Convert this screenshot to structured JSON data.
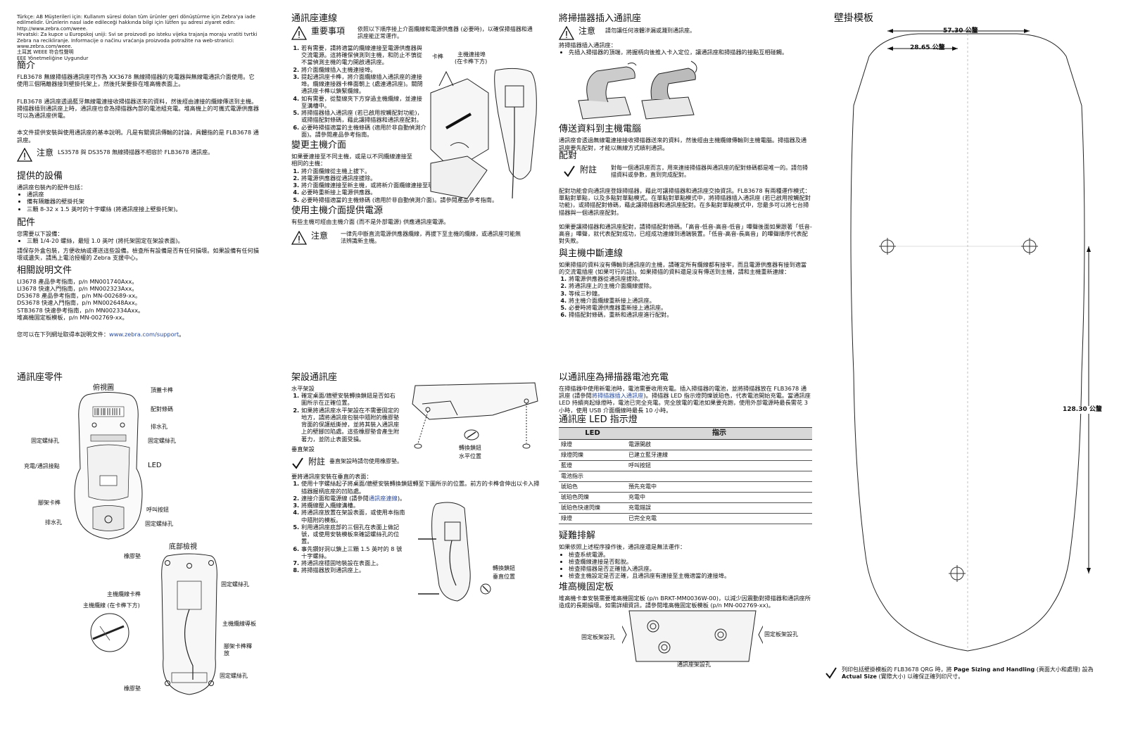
{
  "col1": {
    "regulatory_tr": "Türkçe: AB Müşterileri için: Kullanım süresi dolan tüm ürünler geri dönüştürme için Zebra'ya iade edilmelidir. Ürünlerin nasıl iade edileceği hakkında bilgi için lütfen şu adresi ziyaret edin: http://www.zebra.com/weee.",
    "regulatory_hr": "Hrvatski: Za kupce u Europskoj uniji: Svi se proizvodi po isteku vijeka trajanja moraju vratiti tvrtki Zebra na recikliranje. Informacije o načinu vraćanja proizvoda potražite na web-stranici: www.zebra.com/weee.",
    "weee_line": "土耳其 WEEE 符合性聲明",
    "eee_line": "EEE Yönetmeliğine Uygundur",
    "intro_title": "簡介",
    "intro_p1": "FLB3678 無線掃描器通訊座可作為 XX3678 無線掃描器的充電器與無線電通訊介面使用。它使用三個隔離器接到壁掛托架上，然後托架要掛在堆高機表面上。",
    "intro_p2": "FLB3678 通訊座透過藍牙無線電連接收掃描器送來的資料，然後經由連接的纜線傳送到主機。掃描器插到通訊座上時，通訊座也會為掃描器內部的電池組充電。堆高機上的可攜式電源供應器可以為通訊座供電。",
    "intro_p3": "本文件提供安裝與使用通訊座的基本說明。凡是有關資訊傳輸的討論，具體指的是 FLB3678 通訊座。",
    "note_title": "注意",
    "note_text": "LS3578 與 DS3578 無線掃描器不相容於 FLB3678 通訊座。",
    "supplied_title": "提供的設備",
    "supplied_intro": "通訊座包裝內的配件包括：",
    "supplied_items": [
      "通訊座",
      "備有隔離器的壁掛托架",
      "三顆 8-32 x 1.5 英吋的十字螺絲 (將通訊座接上壁掛托架)。"
    ],
    "acc_title": "配件",
    "acc_intro": "您需要以下設備：",
    "acc_items": [
      "三顆 1/4-20 螺絲，最短 1.0 英吋 (將托架固定在架設表面)。"
    ],
    "acc_p": "請保存外盒包裝，方便收納或運送這些設備。檢查所有設備是否有任何損壞。如果設備有任何損壞或遺失，請馬上電洽授權的 Zebra 支援中心。",
    "docs_title": "相關說明文件",
    "docs": [
      "LI3678 產品參考指南，p/n MN001740Axx。",
      "LI3678 快速入門指南，p/n MN002323Axx。",
      "DS3678 產品參考指南，p/n MN-002689-xx。",
      "DS3678 快速入門指南，p/n MN002648Axx。",
      "STB3678 快速參考指南，p/n MN002334Axx。",
      "堆高機固定板模板，p/n MN-002769-xx。"
    ],
    "support_text": "您可以在下列網址取得本說明文件：",
    "support_link": "www.zebra.com/support",
    "support_end": "。"
  },
  "parts": {
    "title": "通訊座零件",
    "top_view": "俯視圖",
    "bottom_view": "底部檢視",
    "labels": [
      "頂蓋卡榫",
      "配對條碼",
      "排水孔",
      "固定螺絲孔",
      "固定螺絲孔",
      "LED",
      "充電/通訊接點",
      "腳架卡榫",
      "呼叫按鈕",
      "排水孔",
      "固定螺絲孔",
      "橡膠墊",
      "固定螺絲孔",
      "主機纜線卡榫",
      "主機纜線 (在卡榫下方)",
      "主機纜線導板",
      "腳架卡榫釋放",
      "固定螺絲孔",
      "橡膠墊"
    ]
  },
  "col2": {
    "conn_title": "通訊座連線",
    "imp_title": "重要事項",
    "imp_text": "依照以下順序接上介面纜線和電源供應器 (必要時)，以確保掃描器和通訊座能正常運作。",
    "conn_steps": [
      "若有需要，請將適當的纜線連接至電源供應器與交流電源。這將確保偵測到主機，和防止不慎從不當偵測主機的電力開啟通訊座。",
      "將介面纜線插入主機連接埠。",
      "提起通訊座卡榫，將介面纜線插入通訊座的連接埠。纜線連接器卡榫面朝上 (處連通訊座)。關閉通訊座卡榫以鎖緊纜線。",
      "如有需要，從整線夾下方穿過主機纜線，並連接至溝槽中。",
      "將掃描器插入通訊座 (若已啟用按觸配對功能)，或掃描配對條碼，藉此讓掃描器和通訊座配對。",
      "必要時掃描適當的主機條碼 (適用於非自動偵測介面)。請參閱產品參考指南。"
    ],
    "fig_latch": "卡榫",
    "fig_port": "主機連接埠",
    "fig_port2": "(在卡榫下方)",
    "change_title": "變更主機介面",
    "change_intro": "如果要連接至不同主機，或是以不同纜線連接至相同的主機：",
    "change_steps": [
      "將介面纜線從主機上拔下。",
      "將電源供應器從通訊座拔除。",
      "將介面纜線連接至新主機，或將新介面纜線連接至現有主機。",
      "必要時重新接上電源供應器。",
      "必要時掃描適當的主機條碼 (適用於非自動偵測介面)。請參閱產品參考指南。"
    ],
    "hostpower_title": "使用主機介面提供電源",
    "hostpower_text": "有些主機可經由主機介面 (而不是外部電源) 供應通訊座電源。",
    "caution_title": "注意",
    "caution_text": "一律先中斷直流電源供應器纜線，再拔下至主機的纜線，或通訊座可能無法辨識新主機。"
  },
  "mount": {
    "title": "架設通訊座",
    "horiz": "水平架設",
    "horiz_steps": [
      "確定桌面/牆壁安裝轉換鎖鈕是否如右圖所示在正確位置。",
      "如果將通訊座水平架設在不需要固定的地方，請將通訊座包裝中隨附的橡膠墊背面的保護紙撕掉，並將其裝入通訊座上的壁腳凹陷處。這些橡膠墊會產生附著力，並防止表面受損。"
    ],
    "vert": "垂直架設",
    "note_title": "附註",
    "note_text": "垂直架設時請勿使用橡膠墊。",
    "vert_intro": "要將通訊座安裝在垂直的表面：",
    "vert_steps": [
      "使用十字螺絲起子將桌面/牆壁安裝轉換鎖鈕轉至下圖所示的位置。前方的卡榫會伸出以卡入掃描器握柄底座的凹陷處。",
      "連接介面和電源線 (請參閱通訊座連線)。",
      "將纜線壓入纜線溝槽。",
      "將通訊座放置在架設表面，或使用本指南中隨附的模板。",
      "利用通訊座底部的三個孔在表面上做記號，或使用安裝模板來確認螺絲孔的位置。",
      "事先鑽好洞以鎖上三顆 1.5 英吋的 8 號十字螺絲。",
      "將通訊座穩固地裝設在表面上。",
      "將掃描器放到通訊座上。"
    ],
    "vert_step2_pre": "連接介面和電源線 (請參閱",
    "vert_step2_link": "通訊座連線",
    "vert_step2_post": ")。",
    "fig_h1": "轉換鎖鈕",
    "fig_h2": "水平位置",
    "fig_v1": "轉換鎖鈕",
    "fig_v2": "垂直位置"
  },
  "col3": {
    "insert_title": "將掃描器插入通訊座",
    "caution_title": "注意",
    "caution_text": "請勿讓任何液體滲漏或濺到通訊座。",
    "insert_intro": "將掃描器插入通訊座：",
    "insert_items": [
      "先插入掃描器的頂端，將握柄向後推入卡入定位，讓通訊座和掃描器的接點互相碰觸。"
    ],
    "send_title": "傳送資料到主機電腦",
    "send_text": "通訊座會透過無線電連接接收掃描器送來的資料，然後經由主機纜線傳輸到主機電腦。掃描器及通訊座要先配對，才能以無線方式順利通訊。",
    "pair_title": "配對",
    "note_title": "附註",
    "note_text": "對每一個通訊座而言，用來連接掃描器與通訊座的配對條碼都是唯一的。請勿掃描資料或參數，直到完成配對。",
    "pair_p1": "配對功能會向通訊座登錄掃描器，藉此可讓掃描器和通訊座交換資訊。FLB3678 有兩種運作模式：單點對單點，以及多點對單點模式。在單點對單點模式中，將掃描器插入通訊座 (若已啟用按觸配對功能)，或掃描配對條碼，藉此讓掃描器和通訊座配對。在多點對單點模式中，您最多可以將七台掃描器與一個通訊座配對。",
    "pair_p2": "如果要讓掃描器和通訊座配對，請掃描配對條碼。「高音-低音-高音-低音」嗶聲後面如果跟著「低音-高音」嗶聲，就代表配對成功，已經成功連線到通端裝置。「低音-高音-長高音」的嗶聲順序代表配對失敗。",
    "disc_title": "與主機中斷連線",
    "disc_text": "如果掃描的資料沒有傳輸到通訊座的主機，請確定所有纜線都有接牢，而且電源供應器有接到適當的交流電插座 (如果可行的話)。如果掃描的資料還是沒有傳送到主機，請和主機重新連線：",
    "disc_steps": [
      "將電源供應器從通訊座拔除。",
      "將通訊座上的主機介面纜線拔除。",
      "等候三秒鐘。",
      "將主機介面纜線重新接上通訊座。",
      "必要時將電源供應器重新接上通訊座。",
      "掃描配對條碼，重新和通訊座進行配對。"
    ],
    "charge_title": "以通訊座為掃描器電池充電",
    "charge_p_pre": "在掃描器中使用新電池時，電池需要收用充電。插入掃描器的電池，並將掃描器放在 FLB3678 通訊座 (請參閱",
    "charge_link": "將掃描器插入通訊座",
    "charge_p_post": ")。掃描器 LED 指示燈閃爍琥珀色，代表電池開始充電。當通訊座 LED 持續亮起綠燈時，電池已完全充電。完全放電的電池如果要充飽，使用外部電源時最長需花 3 小時，使用 USB 介面纜線時最長 10 小時。",
    "led_title": "通訊座 LED 指示燈",
    "led_head": [
      "LED",
      "指示"
    ],
    "led_rows": [
      [
        "綠燈",
        "電源開啟"
      ],
      [
        "綠燈閃爍",
        "已建立藍牙連線"
      ],
      [
        "藍燈",
        "呼叫按鈕"
      ],
      [
        "電池指示",
        ""
      ],
      [
        "琥珀色",
        "預先充電中"
      ],
      [
        "琥珀色閃爍",
        "充電中"
      ],
      [
        "琥珀色快速閃爍",
        "充電錯誤"
      ],
      [
        "綠燈",
        "已完全充電"
      ]
    ],
    "trouble_title": "疑難排解",
    "trouble_intro": "如果依照上述程序操作後，通訊座還是無法運作：",
    "trouble_items": [
      "檢查系統電源。",
      "檢查纜線連接是否鬆脫。",
      "檢查掃描器是否正確插入通訊座。",
      "檢查主機設定是否正確，且通訊座有連接至主機適當的連接埠。"
    ],
    "plate_title": "堆高機固定板",
    "plate_text": "堆高機卡車安裝需要堆高機固定板 (p/n BRKT-MM0036W-00)，以減少因震動對掃描器和通訊座所造成的長期損壞。如需詳細資訊，請參閱堆高機固定板模板 (p/n MN-002769-xx)。",
    "fig_plate_l": "固定板架設孔",
    "fig_plate_r": "固定板架設孔",
    "fig_plate_b": "通訊座架設孔"
  },
  "template": {
    "title": "壁掛模板",
    "dim1": "57.30 公釐",
    "dim2": "28.65 公釐",
    "dim3": "128.30 公釐",
    "print_pre": "列印包括壁掛模板的 FLB3678 QRG 時，將 ",
    "print_b1": "Page Sizing and Handling",
    "print_mid": " (頁面大小和處理) 設為 ",
    "print_b2": "Actual Size",
    "print_post": " (實際大小) 以確保正確列印尺寸。"
  }
}
